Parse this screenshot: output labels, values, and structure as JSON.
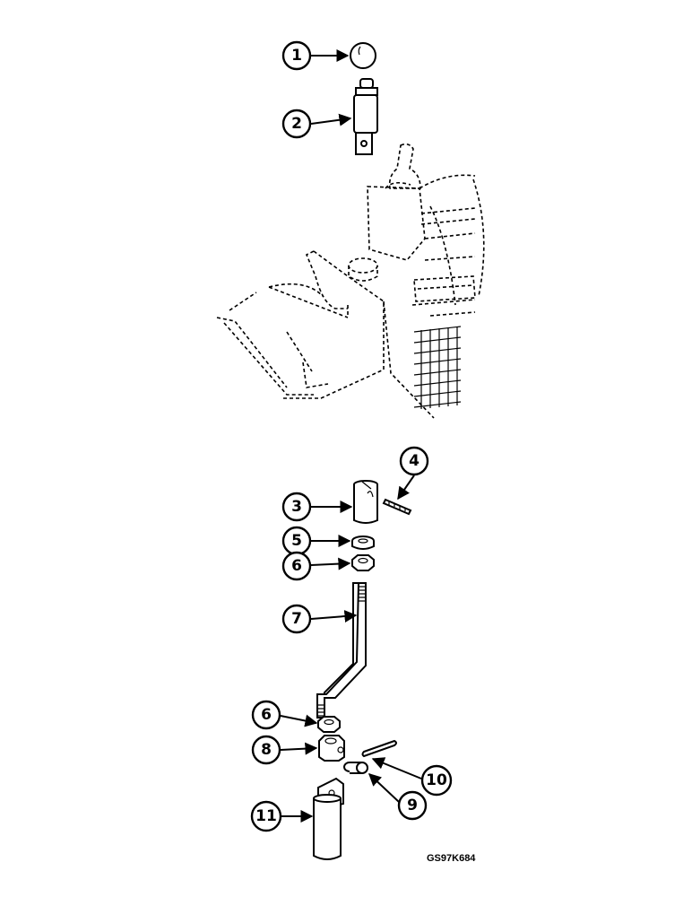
{
  "figure_code": "GS97K684",
  "callouts": {
    "c1": "1",
    "c2": "2",
    "c3": "3",
    "c4": "4",
    "c5": "5",
    "c6a": "6",
    "c6b": "6",
    "c7": "7",
    "c8": "8",
    "c9": "9",
    "c10": "10",
    "c11": "11"
  }
}
